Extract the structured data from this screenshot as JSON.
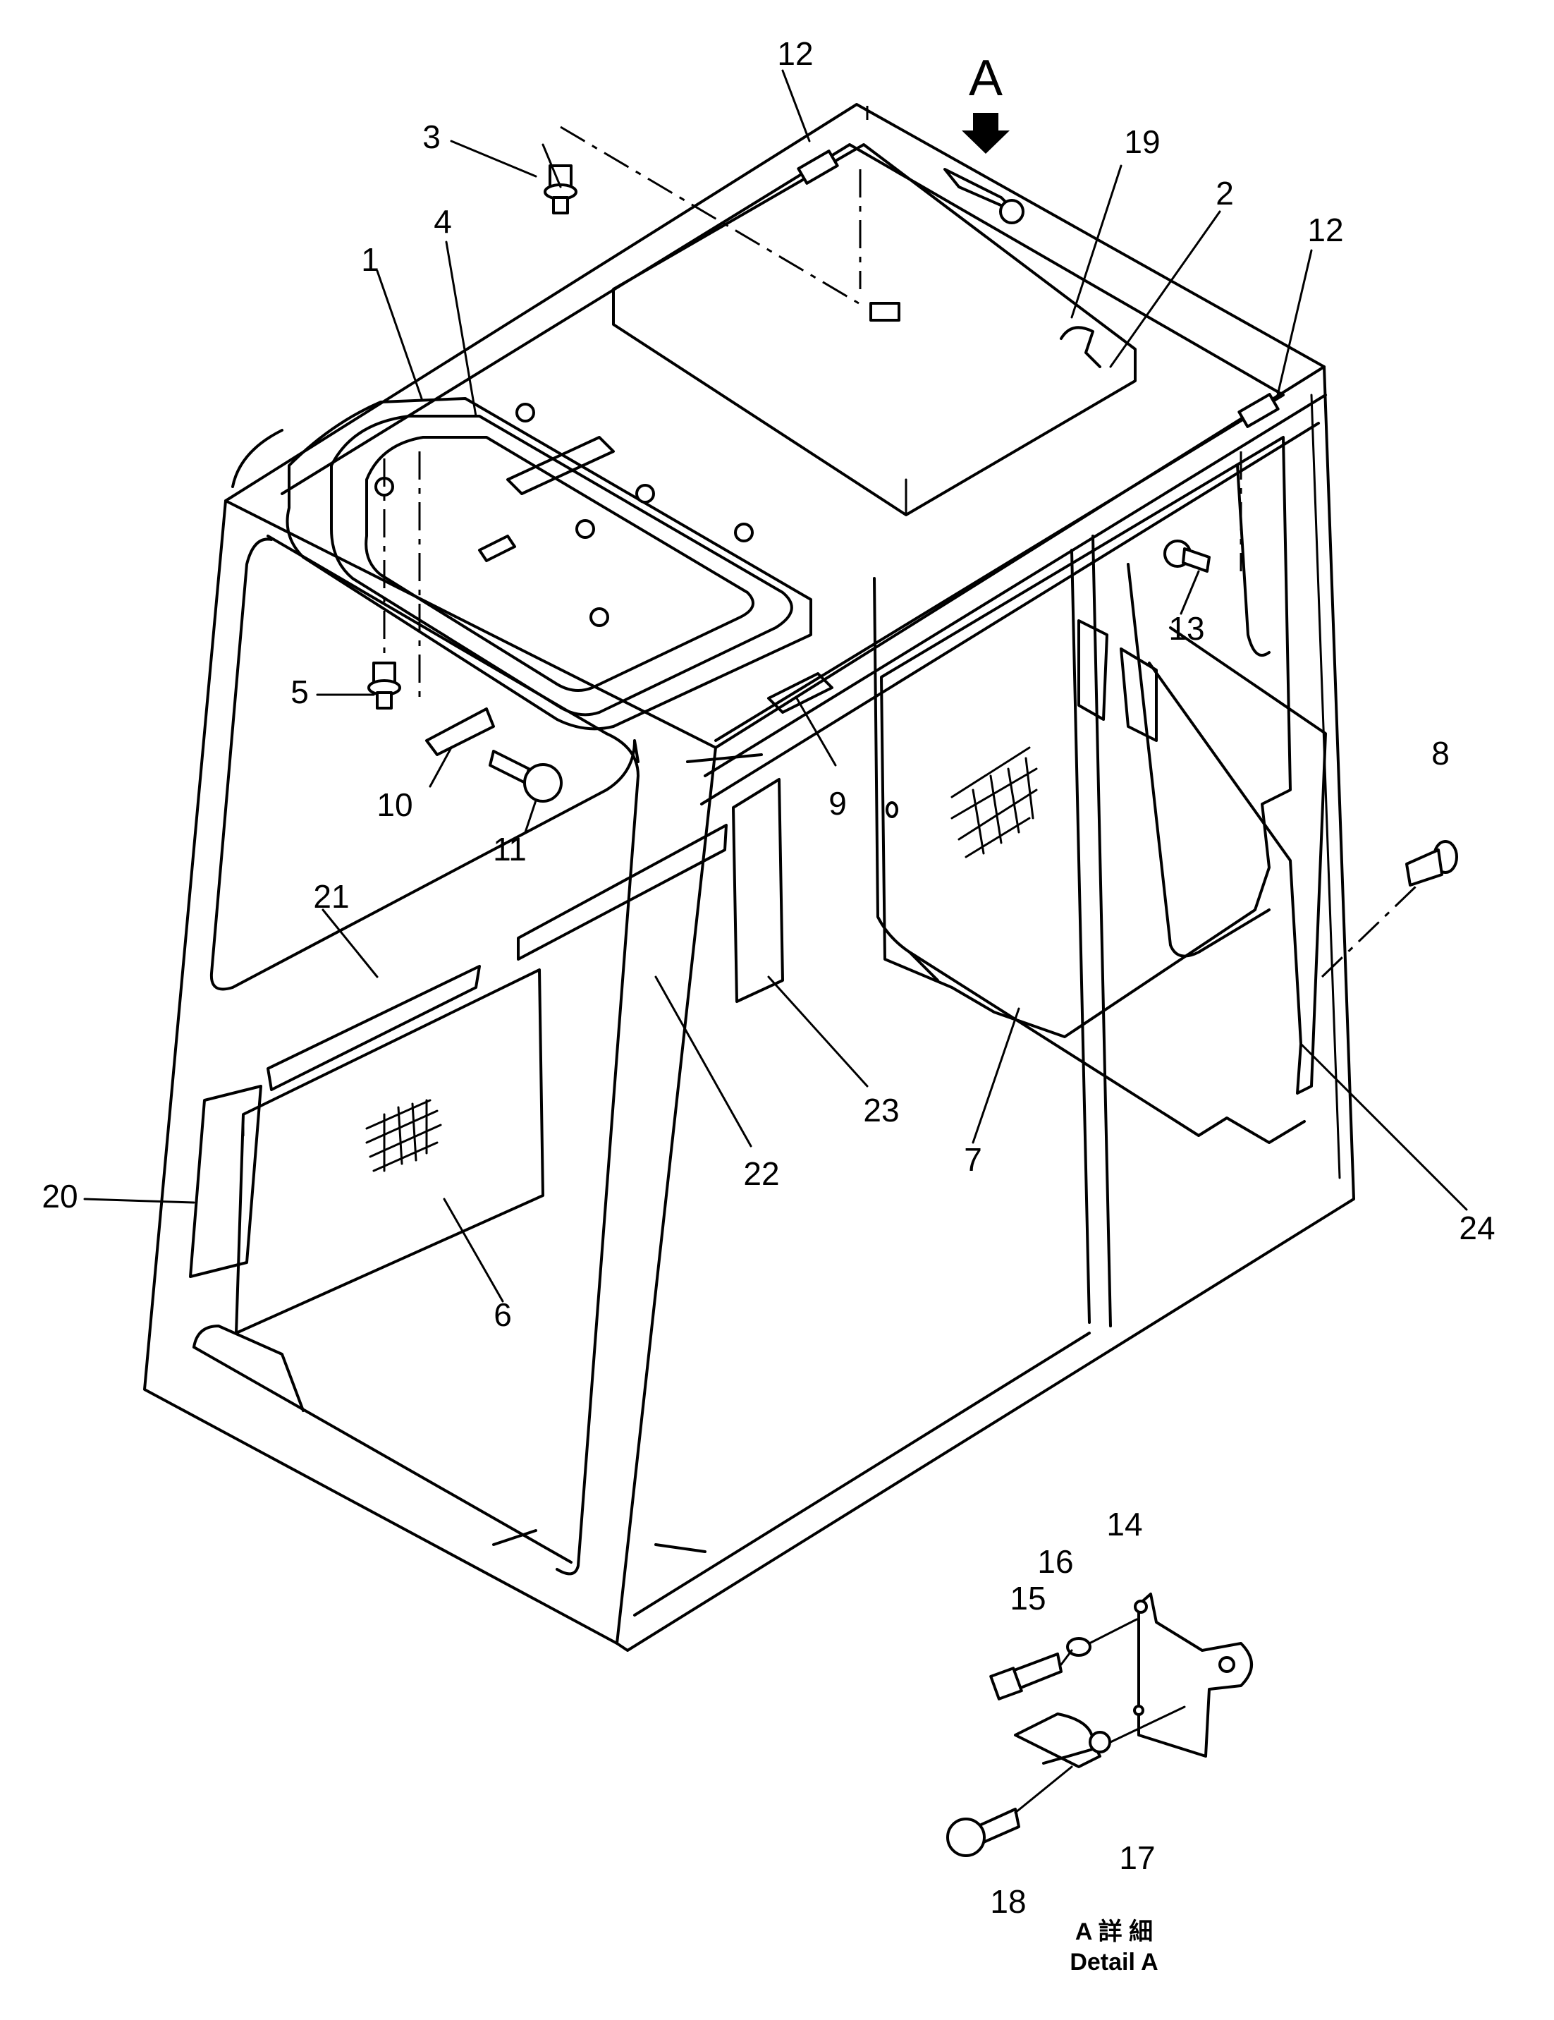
{
  "view_arrow": {
    "letter": "A"
  },
  "callouts": [
    {
      "id": "c1",
      "text": "1"
    },
    {
      "id": "c2",
      "text": "2"
    },
    {
      "id": "c3",
      "text": "3"
    },
    {
      "id": "c4",
      "text": "4"
    },
    {
      "id": "c5",
      "text": "5"
    },
    {
      "id": "c6",
      "text": "6"
    },
    {
      "id": "c7",
      "text": "7"
    },
    {
      "id": "c8",
      "text": "8"
    },
    {
      "id": "c9",
      "text": "9"
    },
    {
      "id": "c10",
      "text": "10"
    },
    {
      "id": "c11",
      "text": "11"
    },
    {
      "id": "c12a",
      "text": "12"
    },
    {
      "id": "c12b",
      "text": "12"
    },
    {
      "id": "c13",
      "text": "13"
    },
    {
      "id": "c14",
      "text": "14"
    },
    {
      "id": "c15",
      "text": "15"
    },
    {
      "id": "c16",
      "text": "16"
    },
    {
      "id": "c17",
      "text": "17"
    },
    {
      "id": "c18",
      "text": "18"
    },
    {
      "id": "c19",
      "text": "19"
    },
    {
      "id": "c20",
      "text": "20"
    },
    {
      "id": "c21",
      "text": "21"
    },
    {
      "id": "c22",
      "text": "22"
    },
    {
      "id": "c23",
      "text": "23"
    },
    {
      "id": "c24",
      "text": "24"
    }
  ],
  "detail": {
    "line1": "A 詳 細",
    "line2": "Detail A"
  }
}
